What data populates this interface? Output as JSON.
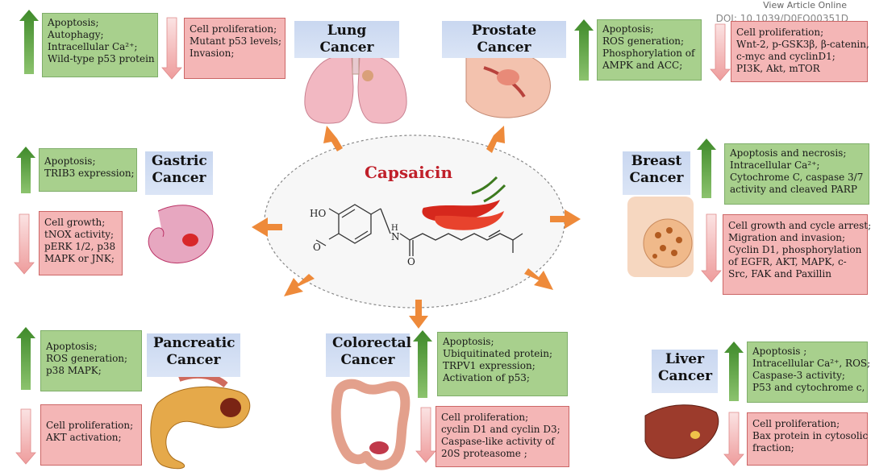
{
  "header": {
    "view_link": "View Article Online",
    "doi": "DOI: 10.1039/D0FO00351D"
  },
  "center": {
    "title": "Capsaicin",
    "atom_ho": "HO",
    "atom_o": "O",
    "atom_nh": "H",
    "atom_n": "N",
    "atom_o2": "O"
  },
  "colors": {
    "up_arrow": "#5a9e3e",
    "down_arrow": "#f0a6a6",
    "orange_arrow": "#ee8a3a",
    "green_box": "#a8d08d",
    "red_box": "#f4b6b6",
    "title_box": "#c9d7f0",
    "capsaicin_text": "#c0202a"
  },
  "panels": {
    "lung": {
      "title": "Lung Cancer",
      "up": [
        "Apoptosis;",
        "Autophagy;",
        "Intracellular Ca²⁺;",
        "Wild-type p53 protein"
      ],
      "down": [
        "Cell proliferation;",
        "Mutant p53 levels;",
        "Invasion;"
      ]
    },
    "prostate": {
      "title": "Prostate Cancer",
      "up": [
        "Apoptosis;",
        "ROS generation;",
        "Phosphorylation of",
        "AMPK and ACC;"
      ],
      "down": [
        "Cell proliferation;",
        "Wnt-2, p-GSK3β, β-catenin,",
        "c-myc and cyclinD1;",
        "PI3K, Akt, mTOR"
      ]
    },
    "gastric": {
      "title1": "Gastric",
      "title2": "Cancer",
      "up": [
        "Apoptosis;",
        "TRIB3 expression;"
      ],
      "down": [
        "Cell growth;",
        "tNOX activity;",
        "pERK 1/2, p38",
        "MAPK or JNK;"
      ]
    },
    "breast": {
      "title1": "Breast",
      "title2": "Cancer",
      "up": [
        "Apoptosis and necrosis;",
        "Intracellular Ca²⁺;",
        "Cytochrome C, caspase 3/7",
        "activity and cleaved PARP"
      ],
      "down": [
        "Cell growth and cycle arrest;",
        "Migration and invasion;",
        "Cyclin D1, phosphorylation",
        "of EGFR, AKT, MAPK, c-",
        "Src, FAK and Paxillin"
      ]
    },
    "pancreatic": {
      "title1": "Pancreatic",
      "title2": "Cancer",
      "up": [
        "Apoptosis;",
        "ROS generation;",
        "p38 MAPK;"
      ],
      "down": [
        "Cell proliferation;",
        "AKT activation;"
      ]
    },
    "colorectal": {
      "title1": "Colorectal",
      "title2": "Cancer",
      "up": [
        "Apoptosis;",
        "Ubiquitinated protein;",
        "TRPV1 expression;",
        "Activation of p53;"
      ],
      "down": [
        "Cell proliferation;",
        "cyclin D1 and cyclin D3;",
        "Caspase-like activity of",
        "20S proteasome ;"
      ]
    },
    "liver": {
      "title1": "Liver",
      "title2": "Cancer",
      "up": [
        "Apoptosis ;",
        "Intracellular Ca²⁺, ROS;",
        "Caspase-3 activity;",
        "P53 and cytochrome c,"
      ],
      "down": [
        "Cell proliferation;",
        "Bax protein in cytosolic",
        "fraction;"
      ]
    }
  }
}
